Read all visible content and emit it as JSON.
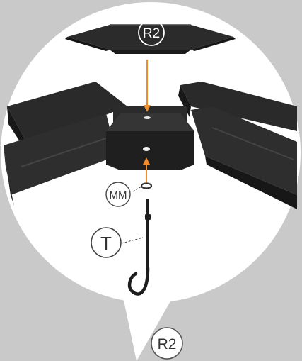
{
  "labels": {
    "top_cap": "R2",
    "washer": "MM",
    "hook": "T",
    "bottom_tag": "R2"
  },
  "colors": {
    "background": "#c9c9c9",
    "bubble": "#ffffff",
    "part_dark": "#1f1f1f",
    "part_mid": "#2c2c2c",
    "part_light": "#3b3b3b",
    "arrow": "#f08c2c",
    "label_stroke": "#444444"
  },
  "icons": {
    "hook": "s-hook-icon",
    "washer": "washer-icon",
    "arrow": "arrow-up-icon"
  }
}
